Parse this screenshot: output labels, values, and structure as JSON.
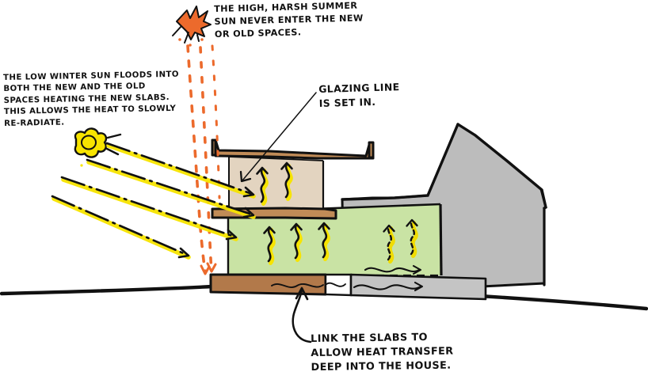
{
  "diagram": {
    "title": "Passive solar house section sketch",
    "style": "hand-drawn ink sketch with colour wash"
  },
  "annotations": {
    "winter_sun": {
      "id": "winter-sun-note",
      "text": "THE LOW WINTER SUN FLOODS INTO\nBOTH THE NEW AND THE OLD\nSPACES  HEATING THE NEW SLABS.\nTHIS ALLOWS THE HEAT TO SLOWLY\nRE-RADIATE."
    },
    "summer_sun": {
      "id": "summer-sun-note",
      "text": "THE HIGH, HARSH SUMMER\nSUN NEVER ENTER THE NEW\nOR OLD SPACES."
    },
    "glazing": {
      "id": "glazing-note",
      "text": "GLAZING LINE\nIS SET IN."
    },
    "link_slabs": {
      "id": "link-slabs-note",
      "text": "LINK THE SLABS TO\nALLOW HEAT TRANSFER\nDEEP INTO  THE  HOUSE."
    }
  },
  "elements": {
    "summer_sun_icon": "summer-sun-burst-icon",
    "winter_sun_icon": "winter-sun-blob-icon",
    "summer_ray_path": "summer-sun-dashed-ray",
    "winter_ray_path": "winter-sun-dash-dot-ray",
    "convection_arrow": "heat-convection-squiggle-arrow",
    "heat_transfer_arrow": "slab-heat-transfer-wavy-arrow",
    "pointer_arrow": "curved-pointer-arrow",
    "leader_line": "straight-leader-line",
    "new_upper_room": "new-upper-room",
    "new_lower_room": "new-lower-room",
    "old_house": "existing-house-mass",
    "new_slab": "new-concrete-slab",
    "old_slab": "existing-concrete-slab",
    "roof_slab": "new-roof-slab",
    "mid_slab": "new-mid-floor-slab",
    "ground_line": "ground-line"
  },
  "colors": {
    "ink": "#111111",
    "summer_orange": "#ec6a2c",
    "winter_yellow": "#f7e400",
    "new_upper_fill": "#e3d4c0",
    "new_lower_fill": "#c9e3a4",
    "slab_brown": "#b2794a",
    "old_house_gray": "#bcbcbc",
    "old_slab_gray": "#c4c4c4",
    "paper": "#ffffff"
  }
}
